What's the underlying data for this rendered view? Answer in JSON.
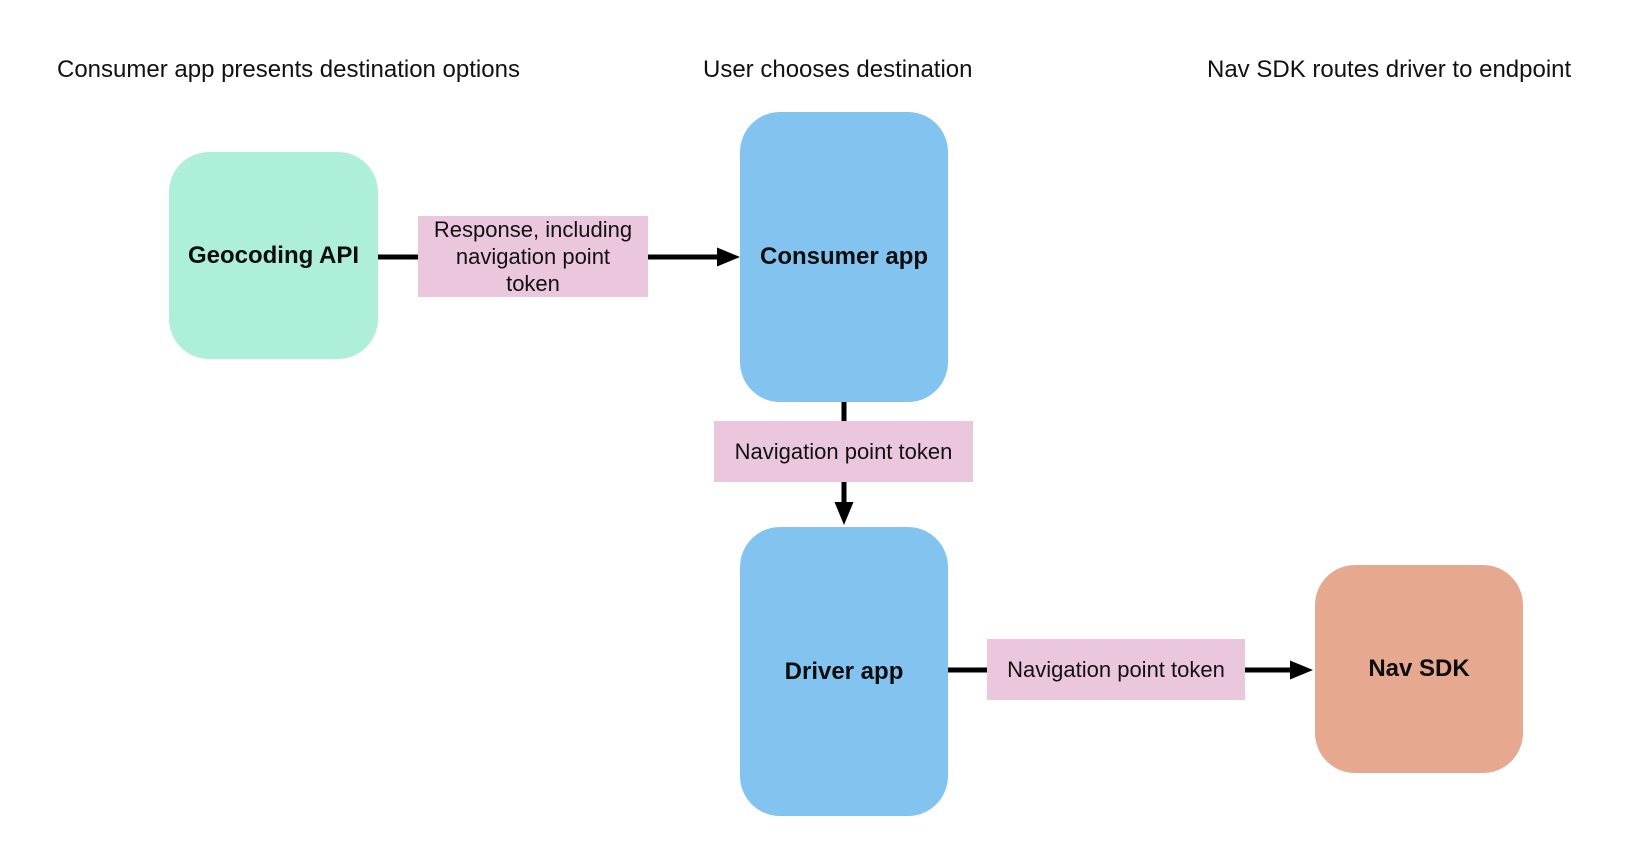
{
  "diagram": {
    "type": "flow-diagram",
    "background": "#ffffff",
    "column_headers": [
      {
        "text": "Consumer app presents destination options"
      },
      {
        "text": "User chooses destination"
      },
      {
        "text": "Nav SDK routes driver to endpoint"
      }
    ],
    "nodes": [
      {
        "id": "geocoding-api",
        "label": "Geocoding API",
        "color": "#aeefd9",
        "shape": "rounded-rect"
      },
      {
        "id": "consumer-app",
        "label": "Consumer app",
        "color": "#82c3f0",
        "shape": "rounded-rect"
      },
      {
        "id": "driver-app",
        "label": "Driver app",
        "color": "#82c3f0",
        "shape": "rounded-rect"
      },
      {
        "id": "nav-sdk",
        "label": "Nav SDK",
        "color": "#e6a98f",
        "shape": "rounded-rect"
      }
    ],
    "edges": [
      {
        "from": "geocoding-api",
        "to": "consumer-app",
        "direction": "right",
        "label": "Response, including\nnavigation point\ntoken",
        "label_color": "#ebc7dd"
      },
      {
        "from": "consumer-app",
        "to": "driver-app",
        "direction": "down",
        "label": "Navigation point token",
        "label_color": "#ebc7dd"
      },
      {
        "from": "driver-app",
        "to": "nav-sdk",
        "direction": "right",
        "label": "Navigation point token",
        "label_color": "#ebc7dd"
      }
    ],
    "arrow_color": "#000000",
    "text_color": "#111111"
  }
}
